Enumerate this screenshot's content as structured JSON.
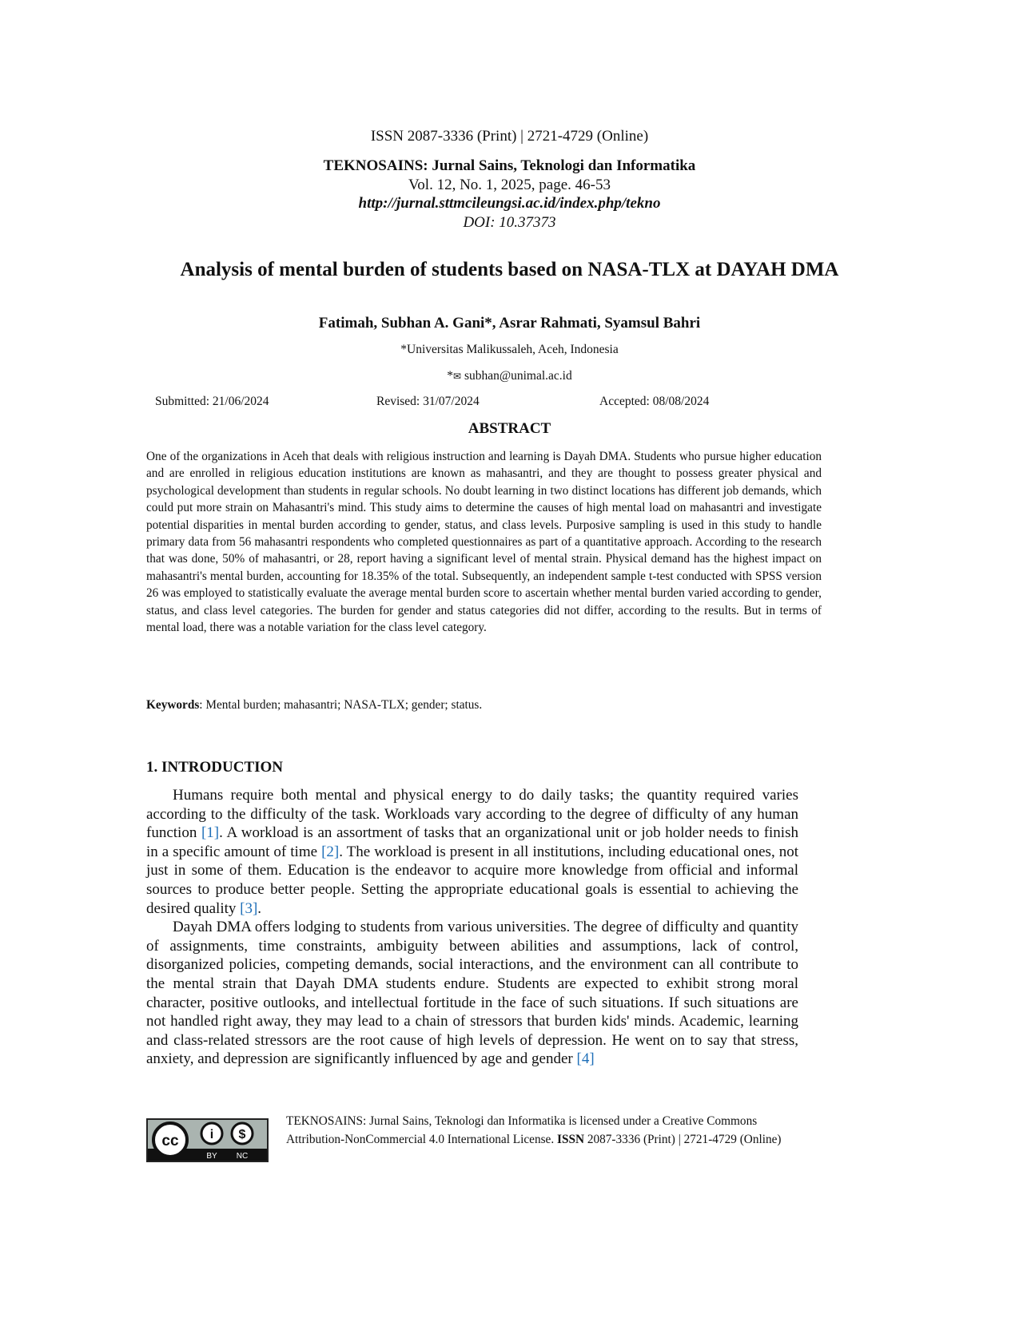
{
  "header": {
    "issn": "ISSN 2087-3336 (Print) | 2721-4729 (Online)",
    "journal": "TEKNOSAINS: Jurnal Sains, Teknologi dan Informatika",
    "volume": "Vol. 12, No. 1, 2025, page. 46-53",
    "url": "http://jurnal.sttmcileungsi.ac.id/index.php/tekno",
    "doi": "DOI: 10.37373"
  },
  "title": "Analysis of mental burden of students based on NASA-TLX at DAYAH DMA",
  "authors": "Fatimah, Subhan A. Gani*, Asrar Rahmati, Syamsul Bahri",
  "affiliation": "*Universitas Malikussaleh, Aceh, Indonesia",
  "email": {
    "prefix": "*",
    "icon": "envelope-icon",
    "address": "subhan@unimal.ac.id"
  },
  "dates": {
    "submitted": "Submitted: 21/06/2024",
    "revised": "Revised: 31/07/2024",
    "accepted": "Accepted: 08/08/2024"
  },
  "abstract": {
    "heading": "ABSTRACT",
    "text": "One of the organizations in Aceh that deals with religious instruction and learning is Dayah DMA. Students who pursue higher education and are enrolled in religious education institutions are known as mahasantri, and they are thought to possess greater physical and psychological development than students in regular schools. No doubt learning in two distinct locations has different job demands, which could put more strain on Mahasantri's mind. This study aims to determine the causes of high mental load on mahasantri and investigate potential disparities in mental burden according to gender, status, and class levels. Purposive sampling is used in this study to handle primary data from 56 mahasantri respondents who completed questionnaires as part of a quantitative approach. According to the research that was done, 50% of mahasantri, or 28, report having a significant level of mental strain. Physical demand has the highest impact on mahasantri's mental burden, accounting for 18.35% of the total. Subsequently, an independent sample t-test conducted with SPSS version 26 was employed to statistically evaluate the average mental burden score to ascertain whether mental burden varied according to gender, status, and class level categories. The burden for gender and status categories did not differ, according to the results. But in terms of mental load, there was a notable variation for the class level category.",
    "keywords_label": "Keywords",
    "keywords": ": Mental burden; mahasantri; NASA-TLX; gender; status."
  },
  "introduction": {
    "heading": "1.  INTRODUCTION",
    "p1": {
      "s1": "Humans require both mental and physical energy to do daily tasks; the quantity required varies according to the difficulty of the task. Workloads vary according to the degree of difficulty of any human function ",
      "c1": "[1]",
      "s2": ". A workload is an assortment of tasks that an organizational unit or job holder needs to finish in a specific amount of time ",
      "c2": "[2]",
      "s3": ". The workload is present in all institutions, including educational ones, not just in some of them. Education is the endeavor to acquire more knowledge from official and informal sources to produce better people. Setting the appropriate educational goals is essential to achieving the desired quality ",
      "c3": "[3]",
      "s4": "."
    },
    "p2": {
      "s1": "Dayah DMA offers lodging to students from various universities. The degree of difficulty and quantity of assignments, time constraints, ambiguity between abilities and assumptions, lack of control, disorganized policies, competing demands, social interactions, and the environment can all contribute to the mental strain that Dayah DMA students endure. Students are expected to exhibit strong moral character, positive outlooks, and intellectual fortitude in the face of such situations. If such situations are not handled right away, they may lead to a chain of stressors that burden kids' minds. Academic, learning and class-related stressors are the root cause of high levels of depression. He went on to say that stress, anxiety, and depression are significantly influenced by age and gender ",
      "c1": "[4]"
    }
  },
  "footer": {
    "license_logo": "cc BY NC",
    "text1": "TEKNOSAINS: Jurnal Sains, Teknologi dan Informatika is licensed under a Creative Commons Attribution-NonCommercial 4.0 International License. ",
    "issn_label": "ISSN",
    "text2": " 2087-3336 (Print) | 2721-4729 (Online)"
  }
}
